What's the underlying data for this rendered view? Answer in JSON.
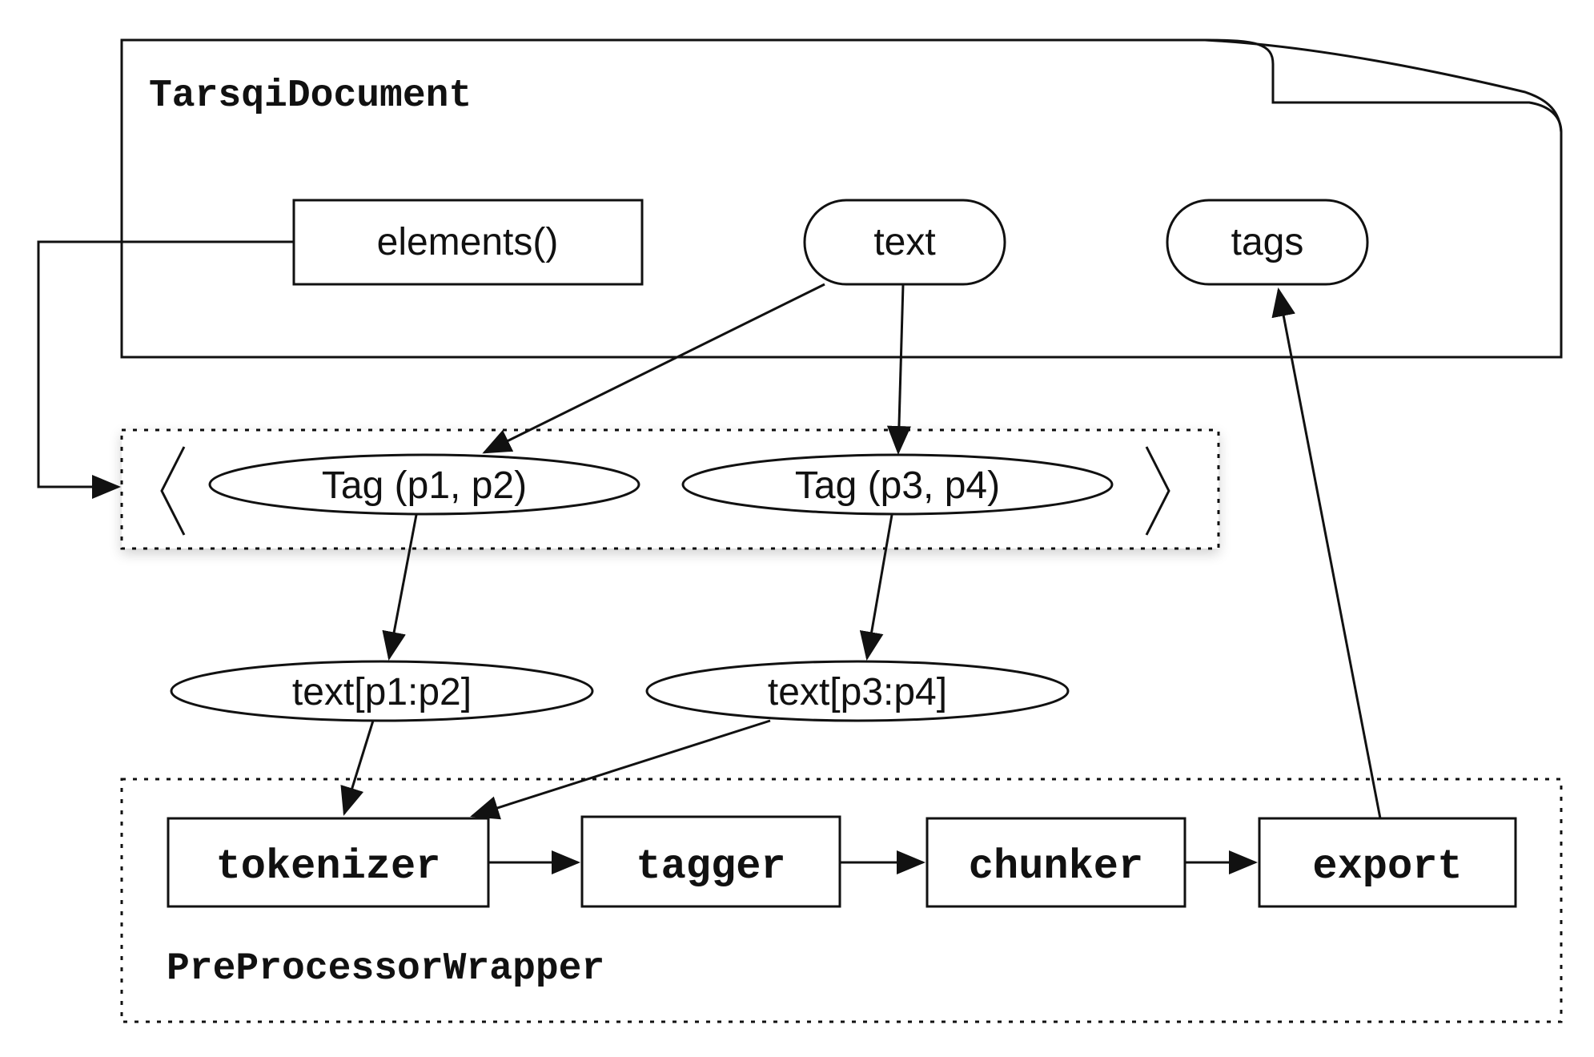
{
  "document": {
    "title": "TarsqiDocument",
    "elements_label": "elements()",
    "text_label": "text",
    "tags_label": "tags"
  },
  "tag_list": {
    "tag1": "Tag (p1, p2)",
    "tag2": "Tag (p3, p4)"
  },
  "slices": {
    "slice1": "text[p1:p2]",
    "slice2": "text[p3:p4]"
  },
  "wrapper": {
    "title": "PreProcessorWrapper",
    "stages": [
      "tokenizer",
      "tagger",
      "chunker",
      "export"
    ]
  }
}
